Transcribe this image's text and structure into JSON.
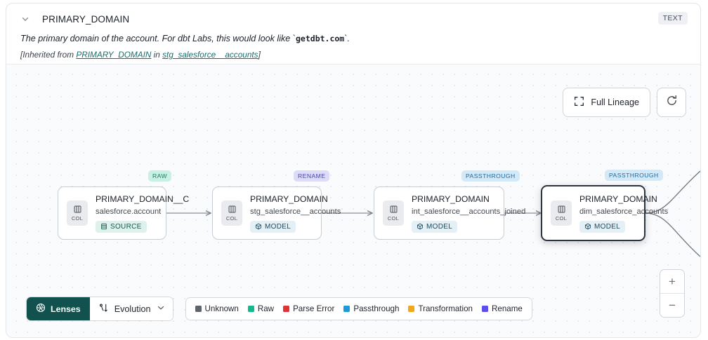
{
  "header": {
    "chevron_icon": "chevron-down-icon",
    "title": "PRIMARY_DOMAIN",
    "type_badge": "TEXT",
    "description_pre": "The primary domain of the account. For dbt Labs, this would look like `",
    "description_code": "getdbt.com",
    "description_post": "`.",
    "inherited_prefix": "[Inherited from ",
    "inherited_link": "PRIMARY_DOMAIN",
    "inherited_mid": " in ",
    "inherited_source": "stg_salesforce__accounts",
    "inherited_suffix": "]"
  },
  "toolbar": {
    "full_lineage_label": "Full Lineage",
    "full_lineage_icon": "expand-icon",
    "refresh_icon": "refresh-icon"
  },
  "zoom_controls": {
    "zoom_in": "+",
    "zoom_out": "−"
  },
  "graph": {
    "nodes": [
      {
        "tag": "RAW",
        "tag_class": "tag-raw",
        "title": "PRIMARY_DOMAIN__C",
        "subtitle": "salesforce.account",
        "kind": "SOURCE",
        "kind_icon": "database-icon",
        "col_label": "COL",
        "col_icon": "columns-icon",
        "selected": false
      },
      {
        "tag": "RENAME",
        "tag_class": "tag-rename",
        "title": "PRIMARY_DOMAIN",
        "subtitle": "stg_salesforce__accounts",
        "kind": "MODEL",
        "kind_icon": "cube-icon",
        "col_label": "COL",
        "col_icon": "columns-icon",
        "selected": false
      },
      {
        "tag": "PASSTHROUGH",
        "tag_class": "tag-passthrough",
        "title": "PRIMARY_DOMAIN",
        "subtitle": "int_salesforce__accounts_joined",
        "kind": "MODEL",
        "kind_icon": "cube-icon",
        "col_label": "COL",
        "col_icon": "columns-icon",
        "selected": false
      },
      {
        "tag": "PASSTHROUGH",
        "tag_class": "tag-passthrough",
        "title": "PRIMARY_DOMAIN",
        "subtitle": "dim_salesforce_accounts",
        "kind": "MODEL",
        "kind_icon": "cube-icon",
        "col_label": "COL",
        "col_icon": "columns-icon",
        "selected": true
      }
    ]
  },
  "bottom": {
    "lenses_label": "Lenses",
    "lenses_icon": "aperture-icon",
    "evolution_label": "Evolution",
    "evolution_icon": "evolution-fork-icon",
    "evolution_chevron": "chevron-down-icon",
    "legend": [
      {
        "label": "Unknown",
        "color": "#5f646b"
      },
      {
        "label": "Raw",
        "color": "#13b98a"
      },
      {
        "label": "Parse Error",
        "color": "#e03434"
      },
      {
        "label": "Passthrough",
        "color": "#1d9bd8"
      },
      {
        "label": "Transformation",
        "color": "#f0a81b"
      },
      {
        "label": "Rename",
        "color": "#5b50ea"
      }
    ]
  }
}
